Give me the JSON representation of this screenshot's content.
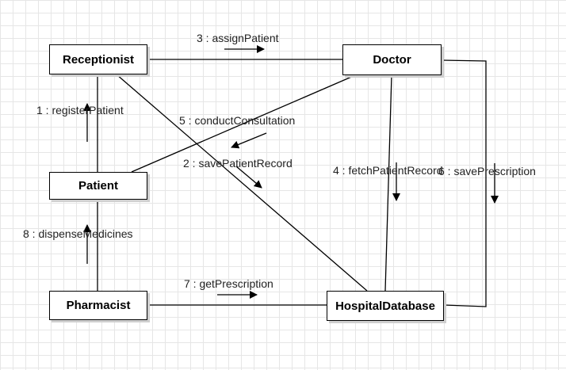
{
  "diagram": {
    "objects": {
      "receptionist": "Receptionist",
      "doctor": "Doctor",
      "patient": "Patient",
      "pharmacist": "Pharmacist",
      "hospital_database": "HospitalDatabase"
    },
    "messages": {
      "m1": "1 : registerPatient",
      "m2": "2 : savePatientRecord",
      "m3": "3 : assignPatient",
      "m4": "4 : fetchPatientRecord",
      "m5": "5 : conductConsultation",
      "m6": "6 : savePrescription",
      "m7": "7 : getPrescription",
      "m8": "8 : dispenseMedicines"
    }
  }
}
